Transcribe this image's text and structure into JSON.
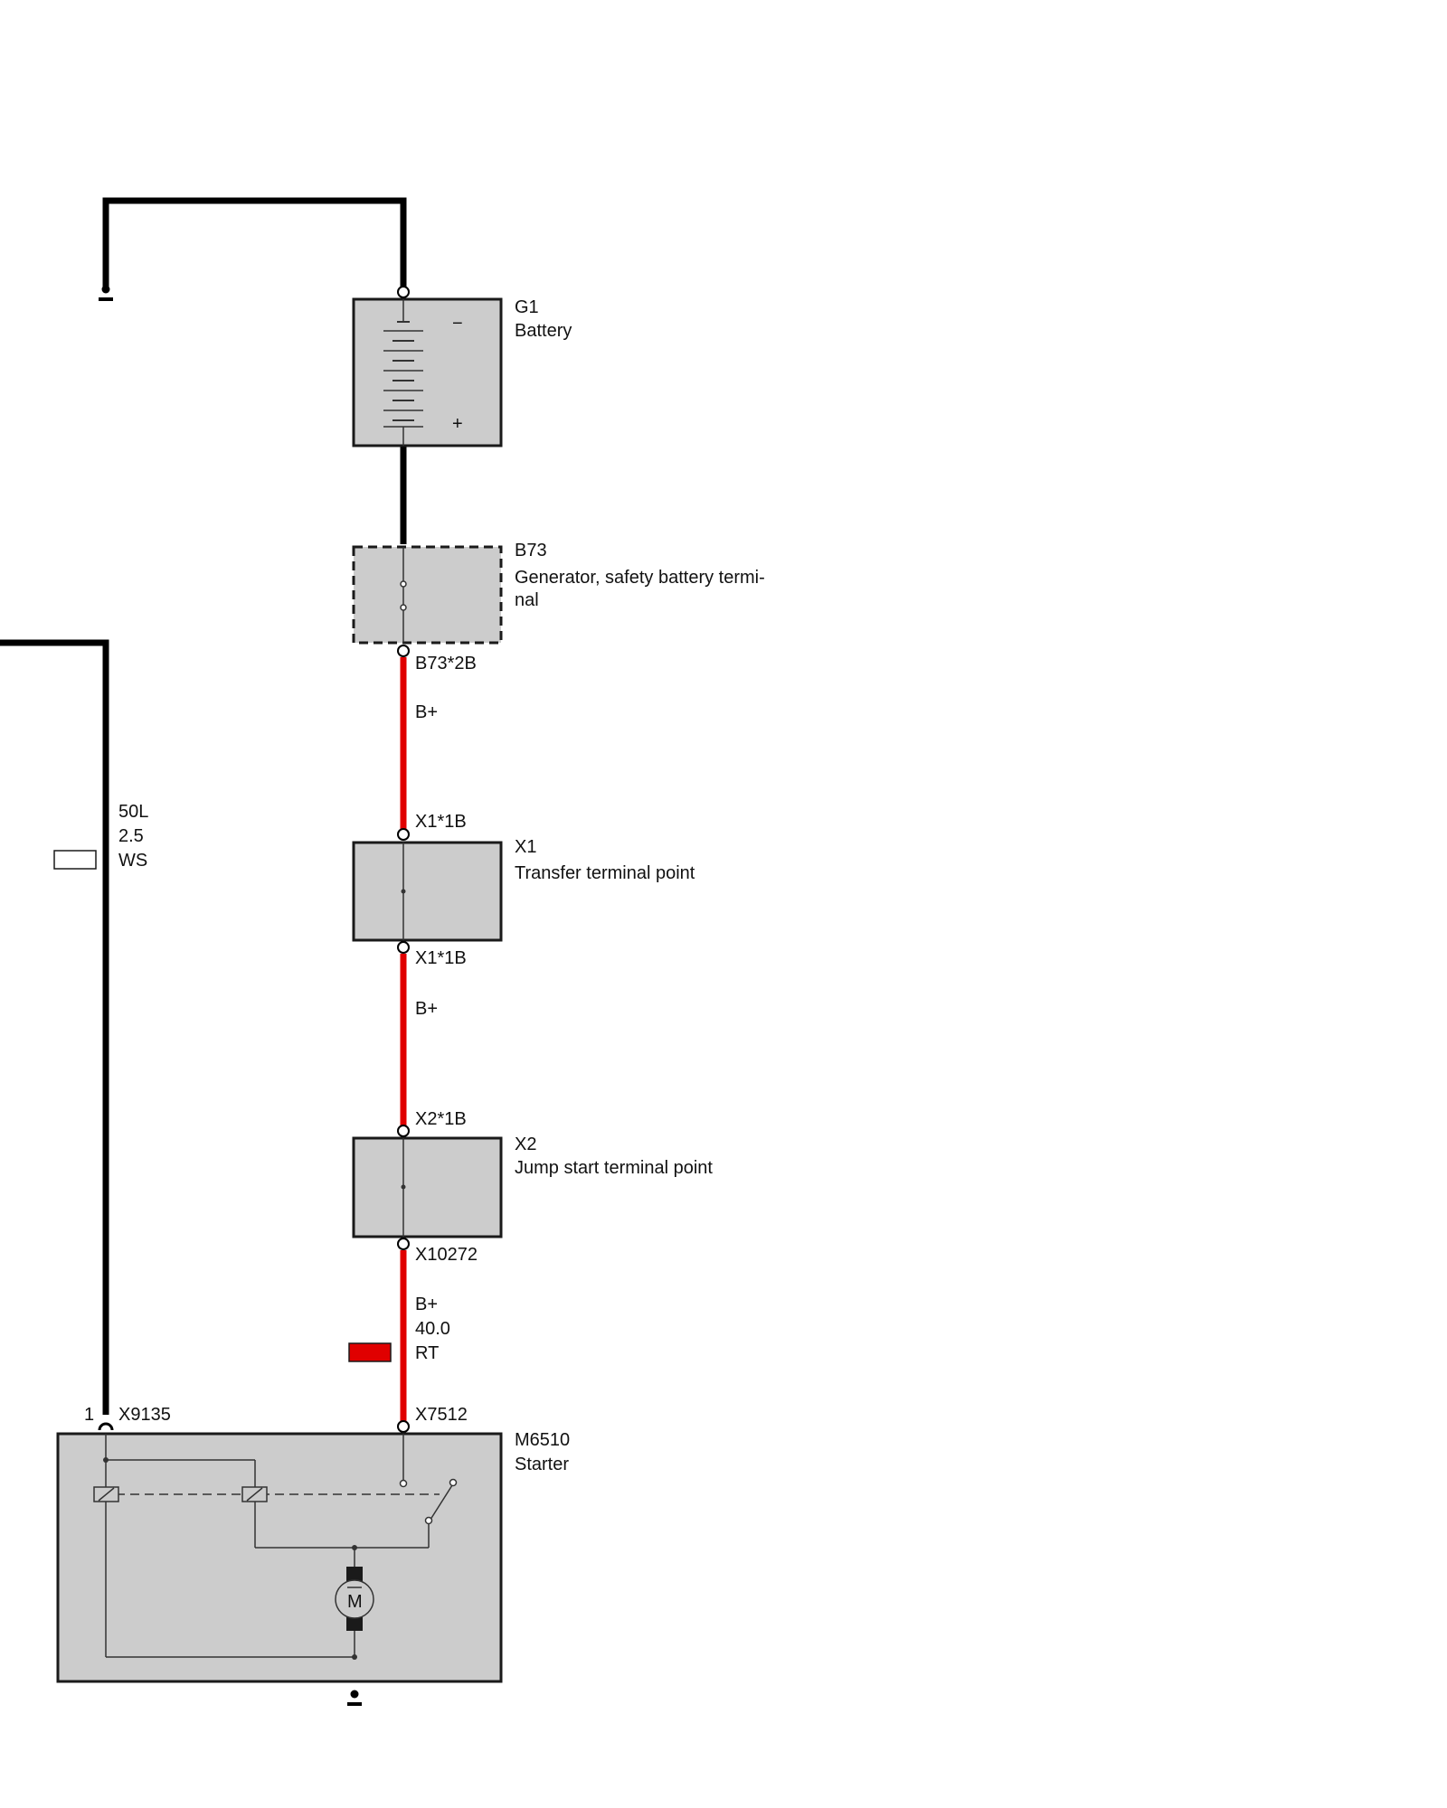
{
  "colors": {
    "wire_black": "#000000",
    "wire_red": "#e00000",
    "component_fill": "#cccccc",
    "component_stroke": "#1a1a1a",
    "connector_fill": "#ffffff"
  },
  "components": {
    "g1": {
      "id": "G1",
      "name": "Battery",
      "minus": "−",
      "plus": "+"
    },
    "b73": {
      "id": "B73",
      "name_line1": "Generator, safety battery termi-",
      "name_line2": "nal"
    },
    "x1": {
      "id": "X1",
      "name": "Transfer terminal point"
    },
    "x2": {
      "id": "X2",
      "name": "Jump start terminal point"
    },
    "m6510": {
      "id": "M6510",
      "name": "Starter",
      "motor_symbol": "M"
    }
  },
  "connectors": {
    "b73_2b": "B73*2B",
    "x1_1b_top": "X1*1B",
    "x1_1b_bottom": "X1*1B",
    "x2_1b": "X2*1B",
    "x10272": "X10272",
    "x7512": "X7512",
    "x9135": "X9135",
    "x9135_pin": "1"
  },
  "wires": {
    "seg1_signal": "B+",
    "seg2_signal": "B+",
    "seg3_signal": "B+",
    "seg3_gauge": "40.0",
    "seg3_color": "RT",
    "left_signal": "50L",
    "left_gauge": "2.5",
    "left_color": "WS"
  }
}
